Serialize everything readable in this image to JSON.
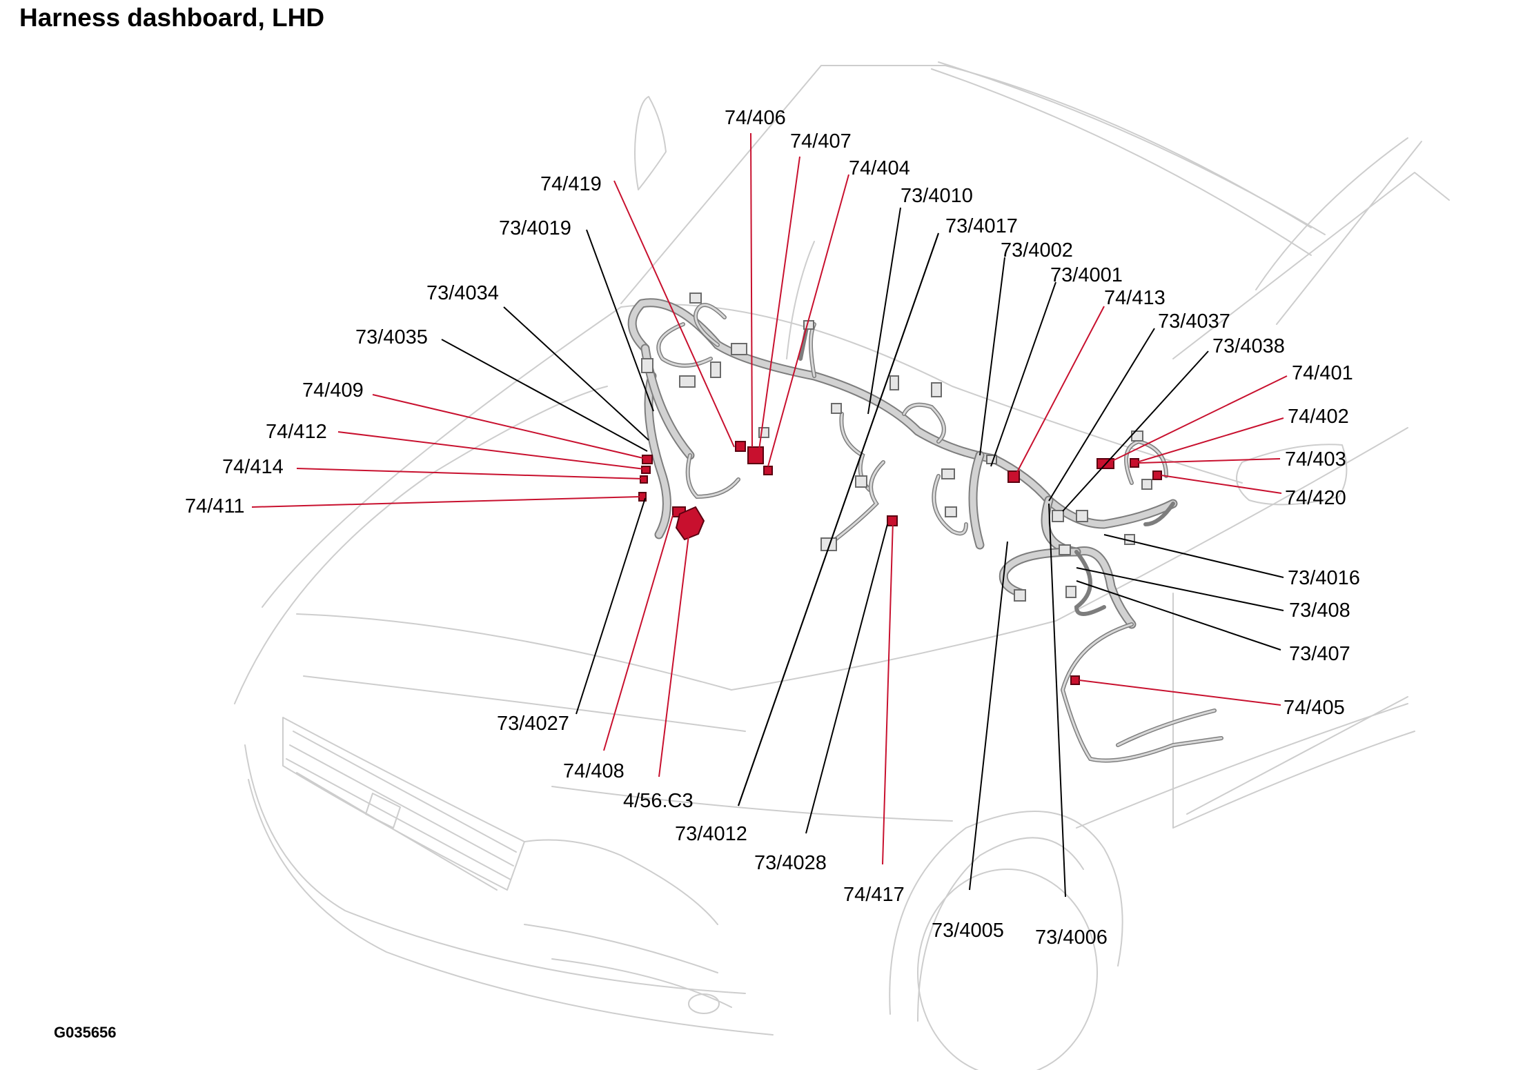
{
  "title": "Harness dashboard, LHD",
  "figure_code": "G035656",
  "colors": {
    "highlight": "#c8102e",
    "leader_black": "#000000",
    "car_outline": "#cdcdcd",
    "harness": "#7d7d7d"
  },
  "labels": [
    {
      "id": "74-406",
      "text": "74/406",
      "type": "red"
    },
    {
      "id": "74-407",
      "text": "74/407",
      "type": "red"
    },
    {
      "id": "74-404",
      "text": "74/404",
      "type": "red"
    },
    {
      "id": "74-419",
      "text": "74/419",
      "type": "red"
    },
    {
      "id": "73-4010",
      "text": "73/4010",
      "type": "black"
    },
    {
      "id": "73-4019",
      "text": "73/4019",
      "type": "black"
    },
    {
      "id": "73-4017",
      "text": "73/4017",
      "type": "black"
    },
    {
      "id": "73-4002",
      "text": "73/4002",
      "type": "black"
    },
    {
      "id": "73-4001",
      "text": "73/4001",
      "type": "black"
    },
    {
      "id": "74-413",
      "text": "74/413",
      "type": "red"
    },
    {
      "id": "73-4034",
      "text": "73/4034",
      "type": "black"
    },
    {
      "id": "73-4037",
      "text": "73/4037",
      "type": "black"
    },
    {
      "id": "73-4035",
      "text": "73/4035",
      "type": "black"
    },
    {
      "id": "73-4038",
      "text": "73/4038",
      "type": "black"
    },
    {
      "id": "74-401",
      "text": "74/401",
      "type": "red"
    },
    {
      "id": "74-409",
      "text": "74/409",
      "type": "red"
    },
    {
      "id": "74-402",
      "text": "74/402",
      "type": "red"
    },
    {
      "id": "74-412",
      "text": "74/412",
      "type": "red"
    },
    {
      "id": "74-403",
      "text": "74/403",
      "type": "red"
    },
    {
      "id": "74-414",
      "text": "74/414",
      "type": "red"
    },
    {
      "id": "74-420",
      "text": "74/420",
      "type": "red"
    },
    {
      "id": "74-411",
      "text": "74/411",
      "type": "red"
    },
    {
      "id": "73-4016",
      "text": "73/4016",
      "type": "black"
    },
    {
      "id": "73-408",
      "text": "73/408",
      "type": "black"
    },
    {
      "id": "73-407",
      "text": "73/407",
      "type": "black"
    },
    {
      "id": "74-405",
      "text": "74/405",
      "type": "red"
    },
    {
      "id": "73-4027",
      "text": "73/4027",
      "type": "black"
    },
    {
      "id": "74-408",
      "text": "74/408",
      "type": "red"
    },
    {
      "id": "4-56-C3",
      "text": "4/56.C3",
      "type": "red"
    },
    {
      "id": "73-4012",
      "text": "73/4012",
      "type": "black"
    },
    {
      "id": "73-4028",
      "text": "73/4028",
      "type": "black"
    },
    {
      "id": "74-417",
      "text": "74/417",
      "type": "red"
    },
    {
      "id": "73-4005",
      "text": "73/4005",
      "type": "black"
    },
    {
      "id": "73-4006",
      "text": "73/4006",
      "type": "black"
    }
  ]
}
